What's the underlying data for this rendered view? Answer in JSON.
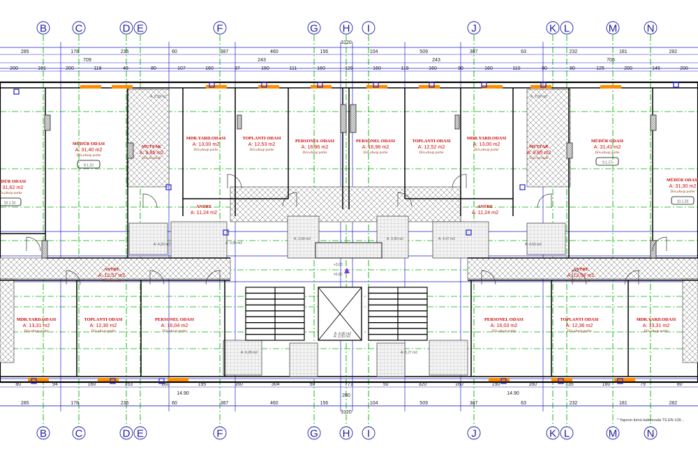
{
  "axes": [
    "B",
    "C",
    "D",
    "E",
    "F",
    "G",
    "H",
    "I",
    "J",
    "K",
    "L",
    "M",
    "N"
  ],
  "dims": {
    "top_row1": [
      "285",
      "178",
      "235",
      "60",
      "387",
      "460",
      "156",
      "104",
      "509",
      "387",
      "63",
      "232",
      "181",
      "282"
    ],
    "top_row1_total": "3120",
    "top_row2": [
      "709",
      "243",
      "243",
      "705"
    ],
    "top_row3": [
      "200",
      "161",
      "200",
      "118",
      "49",
      "80",
      "107",
      "160",
      "97",
      "160",
      "111",
      "160",
      "129",
      "160",
      "119",
      "160",
      "90",
      "160",
      "110",
      "80",
      "80",
      "125",
      "200",
      "145",
      "200"
    ],
    "bottom_row1": [
      "80",
      "94",
      "160",
      "153",
      "160",
      "195",
      "160",
      "304",
      "50",
      "771",
      "50",
      "320",
      "160",
      "190",
      "160",
      "135",
      "160",
      "79",
      "80"
    ],
    "bottom_row_mid": [
      "14.90",
      "14.90"
    ],
    "bottom_row2": [
      "285",
      "178",
      "235",
      "60",
      "387",
      "460",
      "156",
      "104",
      "509",
      "387",
      "63",
      "232",
      "181",
      "282"
    ],
    "bottom_row2_center": "280",
    "bottom_row2_total": "3120"
  },
  "rooms": [
    {
      "name": "MÜDÜR ODASI",
      "area": "A: 31,40 m2",
      "note": "Dös.ahsap parke",
      "code": "8.1.10"
    },
    {
      "name": "MDR.YARD.ODASI",
      "area": "A: 13,00 m2",
      "note": "Dös.ahsap parke"
    },
    {
      "name": "TOPLANTI ODASI",
      "area": "A: 12,53 m2",
      "note": "Dös.ahsap parke"
    },
    {
      "name": "PERSONEL ODASI",
      "area": "A: 16,96 m2",
      "note": "Dös.ahsap parke"
    },
    {
      "name": "PERSONEL ODASI",
      "area": "A: 16,96 m2",
      "note": "Dös.ahsap parke"
    },
    {
      "name": "TOPLANTI ODASI",
      "area": "A: 12,52 m2",
      "note": "Dös.ahsap parke"
    },
    {
      "name": "MDR.YARD.ODASI",
      "area": "A: 13,00 m2",
      "note": "Dös.ahsap parke"
    },
    {
      "name": "MÜDÜR ODASI",
      "area": "A: 31,41 m2",
      "note": "Dös.ahsap parke",
      "code": "9.1.17"
    },
    {
      "name": "MÜDÜR ODASI",
      "area": "A: 31,30 m2",
      "note": "Dös.ahsap parke",
      "code": "10.1.20"
    },
    {
      "name": "MÜDÜR ODASI",
      "area": "A: 31,62 m2",
      "note": "Dös.ahsap parke",
      "code": "10.1.15"
    },
    {
      "name": "MUTFAK",
      "area": "A: 9,85 m2",
      "note": "Dös.Seramik"
    },
    {
      "name": "MUTFAK",
      "area": "A: 9,85 m2",
      "note": "Dös.Seramik"
    },
    {
      "name": "ANTRE",
      "area": "A: 11,24 m2",
      "note": ""
    },
    {
      "name": "ANTRE",
      "area": "A: 11,24 m2",
      "note": ""
    },
    {
      "name": "ANTRE",
      "area": "A: 12,07 m2",
      "note": "Dös.Seramik"
    },
    {
      "name": "ANTRE",
      "area": "A: 12,08 m2",
      "note": "Dös.Seramik"
    },
    {
      "name": "MDR.YARD.ODASI",
      "area": "A: 13,31 m2",
      "note": "Dös.ahsap parke"
    },
    {
      "name": "TOPLANTI ODASI",
      "area": "A: 12,30 m2",
      "note": "Dös.ahsap parke"
    },
    {
      "name": "PERSONEL ODASI",
      "area": "A: 16,04 m2",
      "note": "Dös.ahsap parke"
    },
    {
      "name": "PERSONEL ODASI",
      "area": "A: 16,03 m2",
      "note": "Dös.ahsap parke"
    },
    {
      "name": "TOPLANTI ODASI",
      "area": "A: 12,36 m2",
      "note": "Dös.ahsap parke"
    },
    {
      "name": "MDR.YARD.ODASI",
      "area": "A: 13,31 m2",
      "note": "Dös.ahsap parke"
    }
  ],
  "small_areas": [
    "A: 2,59 m2",
    "A: 2,60 m2",
    "A: 4,20 m2",
    "A: 4,53 m2",
    "A: 3,90 m2",
    "A: 3,90 m2",
    "A: 4,96 m2",
    "A: 2,00 m2",
    "A: 6,28 m2",
    "A: 6,27 m2",
    "A: 4,97 m2",
    "A: 3,90 m2"
  ],
  "levels": [
    "+3,00",
    "±0,00"
  ],
  "footnote": "* Yapının tümü kattanında TS EN 128...",
  "colors": {
    "axis": "#1a1aa0",
    "grid_green": "#00b000",
    "wall": "#000000",
    "blue_line": "#1e1ed2",
    "dim_line": "#1e1ed2",
    "room_text": "#c80000",
    "door": "#ff8c00",
    "hatch": "#555555"
  }
}
